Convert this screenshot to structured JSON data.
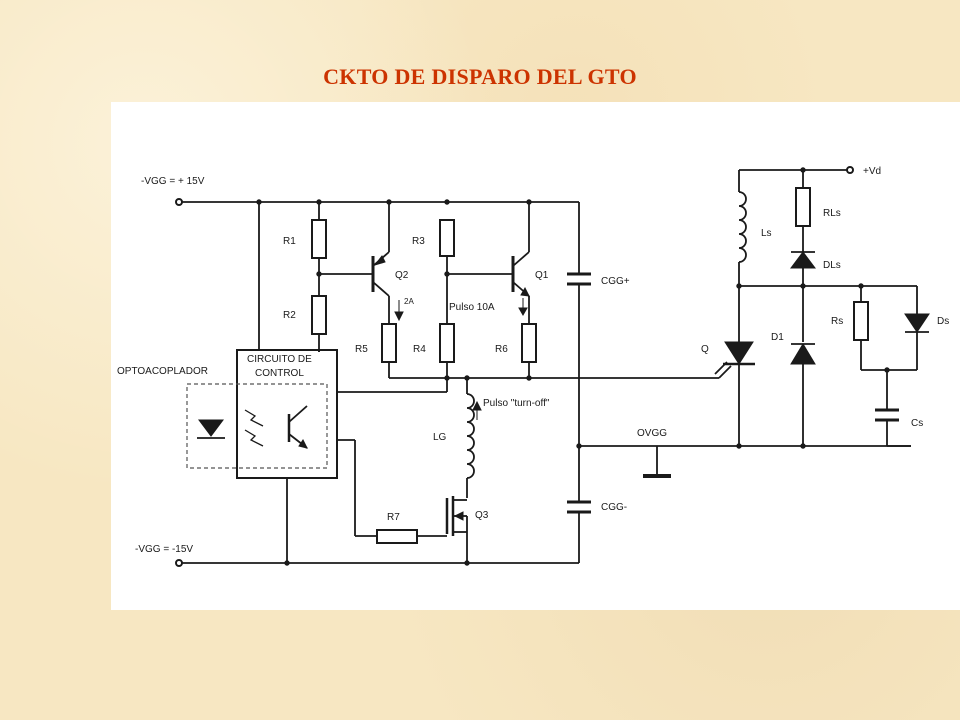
{
  "slide": {
    "title": "CKTO DE DISPARO DEL GTO"
  },
  "diagram": {
    "labels": {
      "vgg_pos": "-VGG = + 15V",
      "vgg_neg": "-VGG = -15V",
      "vd": "+Vd",
      "r1": "R1",
      "r2": "R2",
      "r3": "R3",
      "r4": "R4",
      "r5": "R5",
      "r6": "R6",
      "r7": "R7",
      "q1": "Q1",
      "q2": "Q2",
      "q3": "Q3",
      "q": "Q",
      "i_2a": "2A",
      "pulso_10a": "Pulso 10A",
      "pulso_turnoff": "Pulso \"turn-off\"",
      "cgg_pos": "CGG+",
      "cgg_neg": "CGG-",
      "lg": "LG",
      "ovgg": "OVGG",
      "optoacoplador": "OPTOACOPLADOR",
      "ctrl_line1": "CIRCUITO DE",
      "ctrl_line2": "CONTROL",
      "ls": "Ls",
      "rls": "RLs",
      "dls": "DLs",
      "d1": "D1",
      "rs": "Rs",
      "ds": "Ds",
      "cs": "Cs"
    }
  }
}
